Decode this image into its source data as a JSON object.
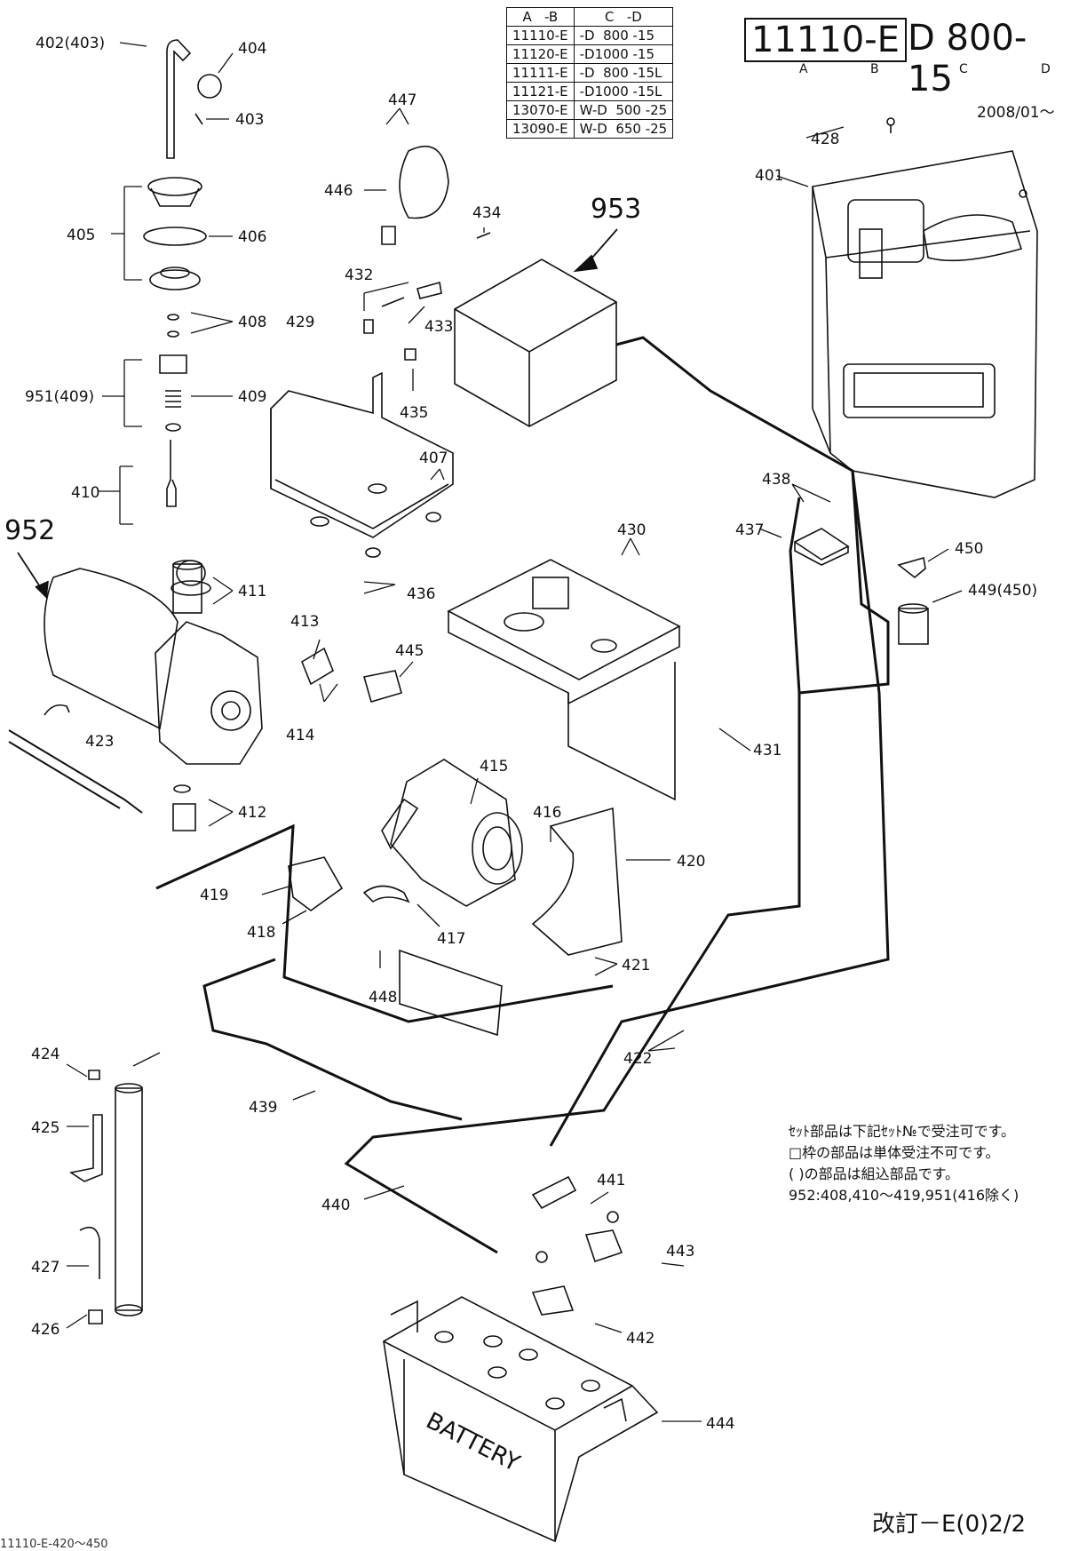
{
  "model_table": {
    "headers": [
      "A   -B",
      "C   -D"
    ],
    "rows": [
      [
        "11110-E",
        "-D  800 -15"
      ],
      [
        "11120-E",
        "-D1000 -15"
      ],
      [
        "11111-E",
        "-D  800 -15L"
      ],
      [
        "11121-E",
        "-D1000 -15L"
      ],
      [
        "13070-E",
        "W-D  500 -25"
      ],
      [
        "13090-E",
        "W-D  650 -25"
      ]
    ]
  },
  "title": {
    "model_code": "11110-E",
    "model_name": "D 800-15",
    "letters": [
      "A",
      "B",
      "C",
      "D"
    ],
    "date": "2008/01〜"
  },
  "callouts": {
    "p402": "402(403)",
    "p403": "403",
    "p404": "404",
    "p405": "405",
    "p406": "406",
    "p408": "408",
    "p409": "409",
    "p951": "951(409)",
    "p410": "410",
    "p411": "411",
    "p412": "412",
    "p413": "413",
    "p414": "414",
    "p415": "415",
    "p416": "416",
    "p417": "417",
    "p418": "418",
    "p419": "419",
    "p420": "420",
    "p421": "421",
    "p422": "422",
    "p423": "423",
    "p424": "424",
    "p425": "425",
    "p426": "426",
    "p427": "427",
    "p428": "428",
    "p429": "429",
    "p430": "430",
    "p431": "431",
    "p432": "432",
    "p433": "433",
    "p434": "434",
    "p435": "435",
    "p436": "436",
    "p437": "437",
    "p438": "438",
    "p439": "439",
    "p440": "440",
    "p441": "441",
    "p442": "442",
    "p443": "443",
    "p444": "444",
    "p445": "445",
    "p446": "446",
    "p447": "447",
    "p448": "448",
    "p449": "449(450)",
    "p450": "450",
    "p401": "401",
    "p407": "407",
    "a952": "952",
    "a953": "953"
  },
  "battery_text": "BATTERY",
  "notes": [
    "ｾｯﾄ部品は下記ｾｯﾄ№で受注可です。",
    "□枠の部品は単体受注不可です。",
    "( )の部品は組込部品です。",
    "",
    "952:408,410〜419,951(416除く)"
  ],
  "revision": "改訂－E(0)2/2",
  "bottom_code": "11110-E-420～450"
}
